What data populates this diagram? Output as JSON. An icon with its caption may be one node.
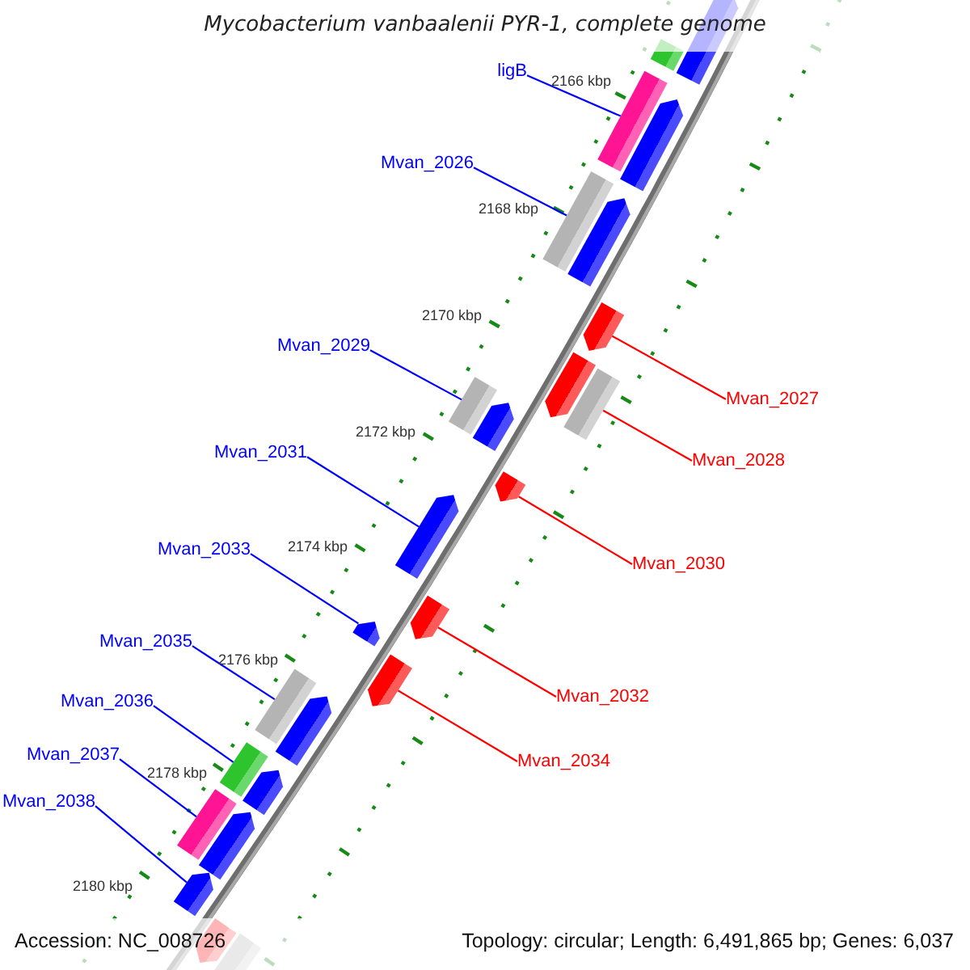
{
  "diagram": {
    "title": "Mycobacterium vanbaalenii PYR-1, complete genome",
    "nodes": [
      {
        "text": [
          "ligB"
        ]
      },
      {
        "text": [
          "Mvan_2026"
        ]
      },
      {
        "text": [
          "Mvan_2029"
        ]
      },
      {
        "text": [
          "Mvan_2031"
        ]
      },
      {
        "text": [
          "Mvan_2033"
        ]
      },
      {
        "text": [
          "Mvan_2035"
        ]
      },
      {
        "text": [
          "Mvan_2036"
        ]
      },
      {
        "text": [
          "Mvan_2037"
        ]
      },
      {
        "text": [
          "Mvan_2038"
        ]
      },
      {
        "text": [
          "Mvan_2027"
        ]
      },
      {
        "text": [
          "Mvan_2028"
        ]
      },
      {
        "text": [
          "Mvan_2030"
        ]
      },
      {
        "text": [
          "Mvan_2032"
        ]
      },
      {
        "text": [
          "Mvan_2034"
        ]
      },
      {
        "text": [],
        "shape": "bar"
      },
      {
        "text": [],
        "shape": "arrow"
      },
      {
        "text": [],
        "shape": "bar"
      },
      {
        "text": [],
        "shape": "arrow"
      },
      {
        "text": [],
        "shape": "bar"
      },
      {
        "text": [],
        "shape": "arrow"
      },
      {
        "text": [],
        "shape": "arrow"
      },
      {
        "text": [],
        "shape": "arrow"
      },
      {
        "text": [],
        "shape": "bar"
      },
      {
        "text": [],
        "shape": "bar"
      },
      {
        "text": [],
        "shape": "arrow"
      },
      {
        "text": [],
        "shape": "arrow"
      },
      {
        "text": [],
        "shape": "arrow"
      },
      {
        "text": [],
        "shape": "arrow"
      },
      {
        "text": [],
        "shape": "arrow"
      },
      {
        "text": [],
        "shape": "arrow"
      },
      {
        "text": [],
        "shape": "bar"
      },
      {
        "text": [],
        "shape": "arrow"
      },
      {
        "text": [],
        "shape": "bar"
      },
      {
        "text": [],
        "shape": "arrow"
      },
      {
        "text": [],
        "shape": "bar"
      },
      {
        "text": [],
        "shape": "arrow"
      },
      {
        "text": [],
        "shape": "arrow"
      },
      {
        "text": [],
        "shape": "arrow"
      },
      {
        "text": [],
        "shape": "bar"
      }
    ],
    "edges": [
      {
        "from": 0,
        "to": 16,
        "arrow": "none"
      },
      {
        "from": 1,
        "to": 18,
        "arrow": "none"
      },
      {
        "from": 2,
        "to": 23,
        "arrow": "none"
      },
      {
        "from": 3,
        "to": 26,
        "arrow": "none"
      },
      {
        "from": 4,
        "to": 28,
        "arrow": "none"
      },
      {
        "from": 5,
        "to": 30,
        "arrow": "none"
      },
      {
        "from": 6,
        "to": 32,
        "arrow": "none"
      },
      {
        "from": 7,
        "to": 34,
        "arrow": "none"
      },
      {
        "from": 8,
        "to": 36,
        "arrow": "none"
      },
      {
        "from": 9,
        "to": 20,
        "arrow": "none",
        "color": "#ff0000"
      },
      {
        "from": 10,
        "to": 22,
        "arrow": "none",
        "color": "#ff0000"
      },
      {
        "from": 11,
        "to": 25,
        "arrow": "none",
        "color": "#ff0000"
      },
      {
        "from": 12,
        "to": 27,
        "arrow": "none",
        "color": "#ff0000"
      },
      {
        "from": 13,
        "to": 29,
        "arrow": "none",
        "color": "#ff0000"
      }
    ],
    "labels": [
      "2166 kbp",
      "2168 kbp",
      "2170 kbp",
      "2172 kbp",
      "2174 kbp",
      "2176 kbp",
      "2178 kbp",
      "2180 kbp",
      "Accession: NC_008726",
      "Topology: circular; Length: 6,491,865 bp; Genes: 6,037"
    ]
  }
}
